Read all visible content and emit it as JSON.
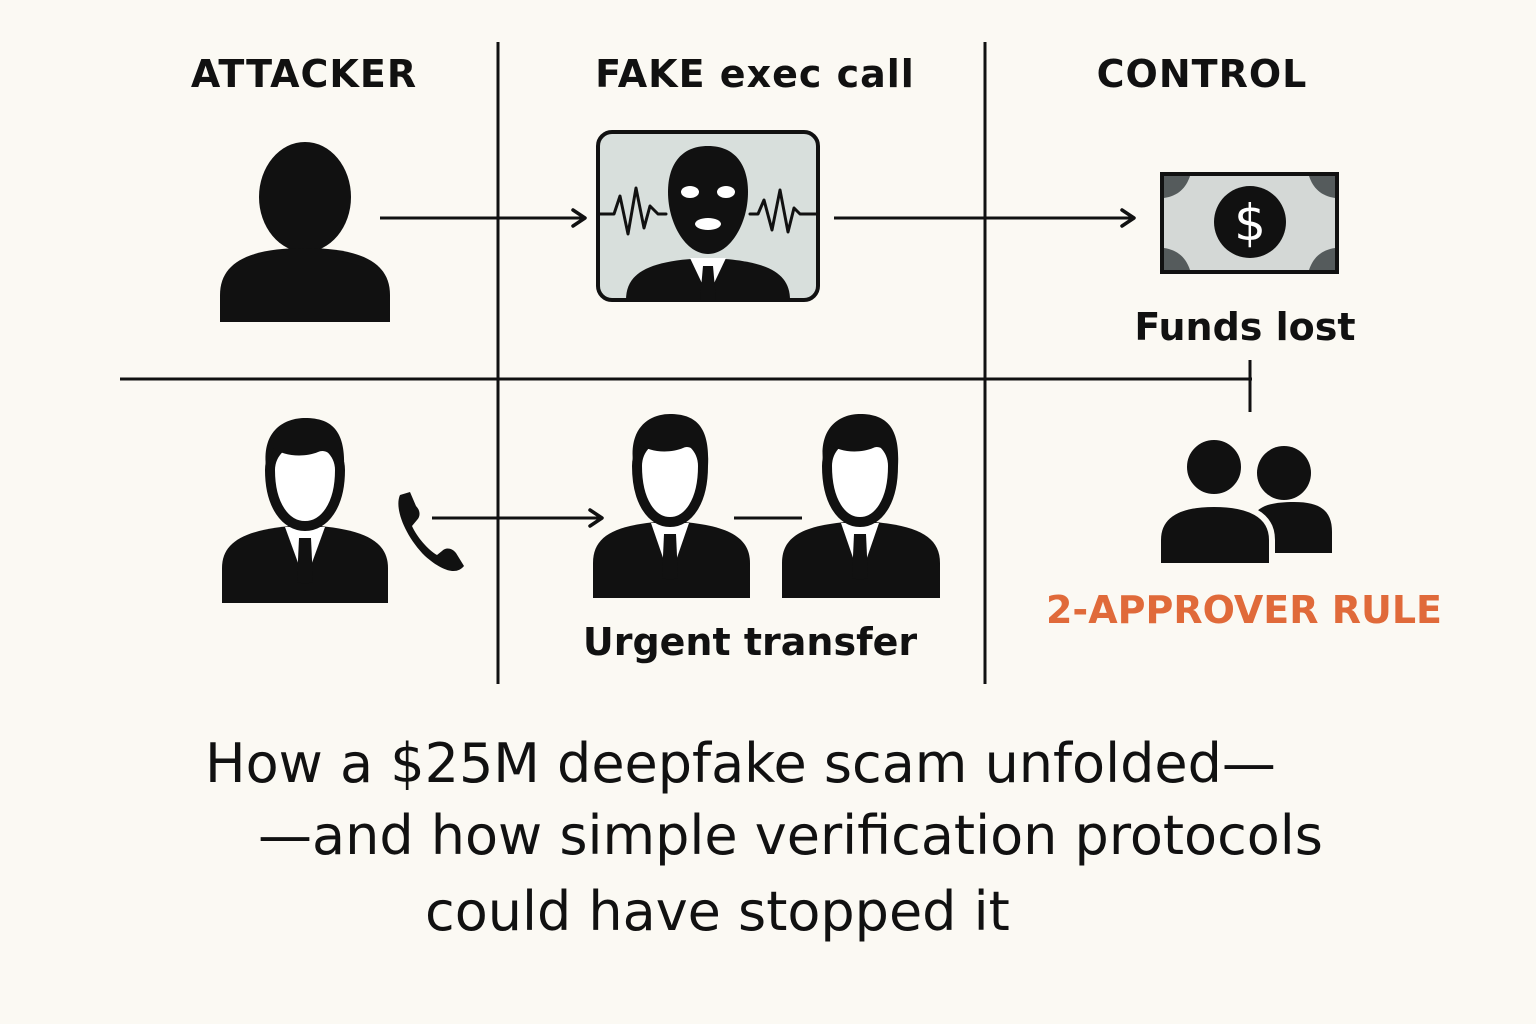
{
  "columns": {
    "attacker": "ATTACKER",
    "fake_call": "FAKE exec call",
    "control": "CONTROL"
  },
  "labels": {
    "funds_lost": "Funds lost",
    "urgent_transfer": "Urgent transfer",
    "approver_rule": "2-APPROVER RULE"
  },
  "caption": {
    "line1": "How a $25M deepfake scam unfolded—",
    "line2": "—and how simple verification protocols",
    "line3": "could have stopped it"
  },
  "icons": {
    "attacker": "person-silhouette-icon",
    "fake_call": "masked-executive-video-call-icon",
    "money": "dollar-bill-icon",
    "employee": "businessman-icon",
    "phone": "phone-handset-icon",
    "approvers": "two-people-icon"
  },
  "colors": {
    "background": "#fbf9f3",
    "ink": "#111111",
    "accent": "#e06a3a",
    "screen": "#d8dfdc",
    "bill": "#d4d8d6"
  }
}
